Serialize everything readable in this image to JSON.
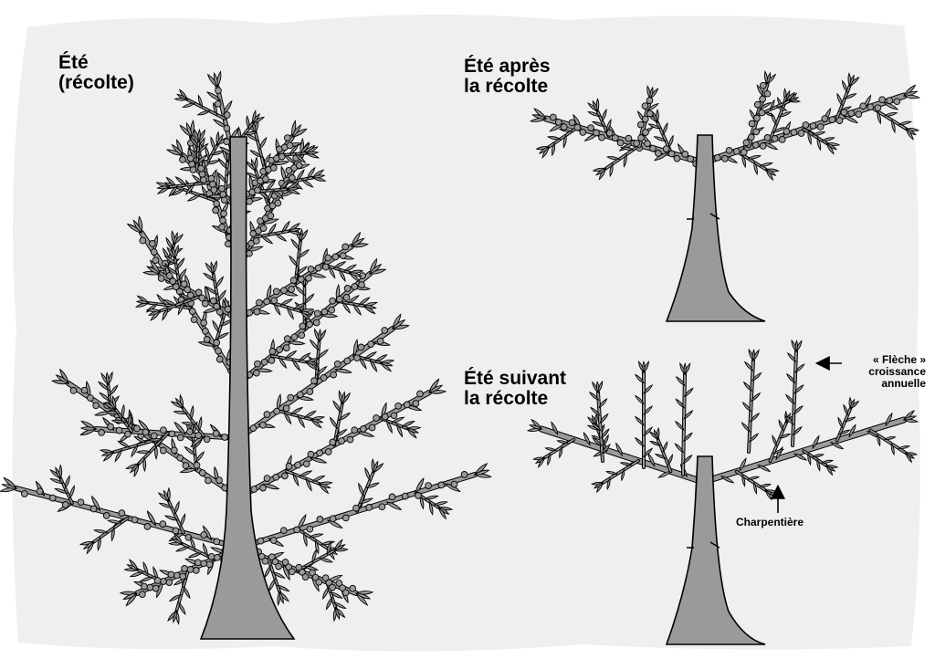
{
  "colors": {
    "background_blob": "#efefef",
    "foliage": "#9a9a9a",
    "berries": "#9a9a9a",
    "trunk": "#9a9a9a",
    "outline": "#000000"
  },
  "panels": {
    "summer_harvest": {
      "line1": "Été",
      "line2": "(récolte)"
    },
    "after_harvest": {
      "line1": "Été après",
      "line2": "la récolte"
    },
    "following_summer": {
      "line1": "Été suivant",
      "line2": "la récolte"
    }
  },
  "annotations": {
    "fleche": {
      "line1": "« Flèche »",
      "line2": "croissance",
      "line3": "annuelle",
      "arrow_icon": "arrow-left-icon"
    },
    "charpentiere": {
      "label": "Charpentière",
      "arrow_icon": "arrow-up-icon"
    }
  }
}
